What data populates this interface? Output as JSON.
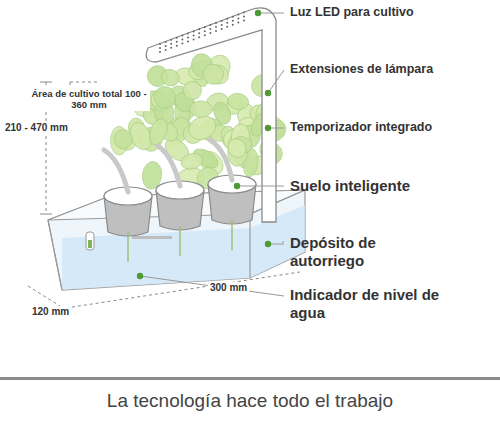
{
  "diagram": {
    "caption": "La tecnología hace todo el trabajo",
    "labels": [
      "Luz LED para cultivo",
      "Extensiones de lámpara",
      "Temporizador integrado",
      "Suelo inteligente",
      "Depósito de autorriego",
      "Indicador de nivel de agua",
      "Área de cultivo total 100 - 360 mm",
      "210 - 470 mm",
      "300 mm",
      "120 mm"
    ]
  }
}
